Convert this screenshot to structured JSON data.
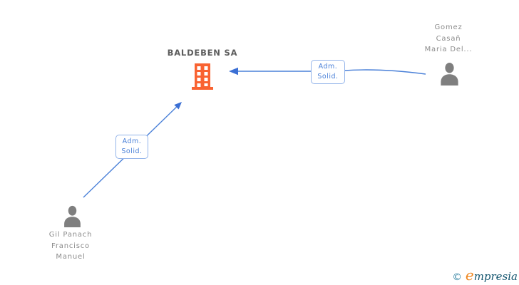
{
  "diagram": {
    "company": {
      "name": "BALDEBEN SA",
      "icon": "building-icon",
      "icon_color": "#f96332"
    },
    "people": [
      {
        "id": "gomez-casan-maria-del",
        "lines": [
          "Gomez",
          "Casañ",
          "Maria Del..."
        ],
        "icon": "person-icon",
        "icon_color": "#7f7f7f",
        "position": "top-right"
      },
      {
        "id": "gil-panach-francisco-manuel",
        "lines": [
          "Gil Panach",
          "Francisco",
          "Manuel"
        ],
        "icon": "person-icon",
        "icon_color": "#7f7f7f",
        "position": "bottom-left"
      }
    ],
    "edges": [
      {
        "from": "gomez-casan-maria-del",
        "to": "BALDEBEN SA",
        "label_lines": [
          "Adm.",
          "Solid."
        ],
        "direction": "arrow-points-to-company"
      },
      {
        "from": "gil-panach-francisco-manuel",
        "to": "BALDEBEN SA",
        "label_lines": [
          "Adm.",
          "Solid."
        ],
        "direction": "arrow-points-to-company"
      }
    ]
  },
  "watermark": {
    "copyright": "©",
    "brand_initial": "e",
    "brand_rest": "mpresia"
  },
  "colors": {
    "edge_blue": "#4a80d8",
    "edge_label_border": "#93b4ea",
    "company_orange": "#f96332",
    "person_gray": "#7f7f7f",
    "name_text_gray": "#8c8c8c",
    "company_text_gray": "#5d5d5d",
    "watermark_copy": "#2b7fa0",
    "watermark_orange": "#ef8822",
    "watermark_teal": "#12546e",
    "background": "#ffffff"
  }
}
